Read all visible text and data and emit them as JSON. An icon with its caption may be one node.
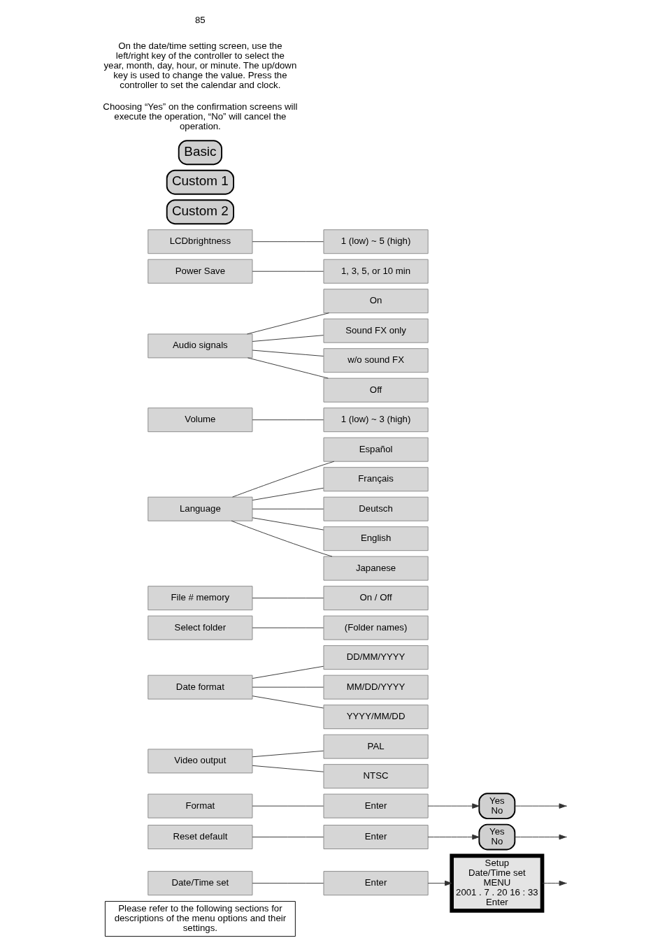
{
  "diagram": {
    "nodes": [
      {
        "text": [
          "Basic"
        ]
      },
      {
        "text": [
          "LCDbrightness"
        ]
      },
      {
        "text": [
          "Format"
        ]
      },
      {
        "text": [
          "Power Save"
        ]
      },
      {
        "text": [
          "Audio signals"
        ]
      },
      {
        "text": [
          "Volume"
        ]
      },
      {
        "text": [
          "Language"
        ]
      },
      {
        "text": [
          "Custom 1"
        ]
      },
      {
        "text": [
          "File # memory"
        ]
      },
      {
        "text": [
          "Select folder"
        ]
      },
      {
        "text": [
          "Custom 2"
        ]
      },
      {
        "text": [
          "Reset default"
        ]
      },
      {
        "text": [
          "Date/Time set"
        ]
      },
      {
        "text": [
          "Date format"
        ]
      },
      {
        "text": [
          "Video output"
        ]
      },
      {
        "text": [
          "1 (low) ~ 5 (high)"
        ]
      },
      {
        "text": [
          "Enter"
        ]
      },
      {
        "text": [
          "1, 3, 5, or 10 min"
        ]
      },
      {
        "text": [
          "Off"
        ]
      },
      {
        "text": [
          "w/o sound FX"
        ]
      },
      {
        "text": [
          "Sound FX only"
        ]
      },
      {
        "text": [
          "On"
        ]
      },
      {
        "text": [
          "1 (low) ~ 3 (high)"
        ]
      },
      {
        "text": [
          "Japanese"
        ]
      },
      {
        "text": [
          "English"
        ]
      },
      {
        "text": [
          "Deutsch"
        ]
      },
      {
        "text": [
          "Français"
        ]
      },
      {
        "text": [
          "Español"
        ]
      },
      {
        "text": [
          "On / Off"
        ]
      },
      {
        "text": [
          "(Folder names)"
        ]
      },
      {
        "text": [
          "Enter"
        ]
      },
      {
        "text": [
          "Enter"
        ]
      },
      {
        "text": [
          "YYYY/MM/DD"
        ]
      },
      {
        "text": [
          "MM/DD/YYYY"
        ]
      },
      {
        "text": [
          "DD/MM/YYYY"
        ]
      },
      {
        "text": [
          "NTSC"
        ]
      },
      {
        "text": [
          "PAL"
        ]
      },
      {
        "text": [
          "Yes",
          "No"
        ]
      },
      {
        "text": [
          "Yes",
          "No"
        ]
      },
      {
        "text": [
          "Setup",
          "Date/Time set",
          "MENU",
          "2001 . 7 . 20 16 : 33",
          "Enter"
        ]
      },
      {
        "text": [
          "Please refer to the following sections for descriptions of the menu options and their settings."
        ]
      }
    ],
    "edges": [
      {
        "from": 1,
        "to": 15,
        "arrow": "none"
      },
      {
        "from": 2,
        "to": 16,
        "arrow": "none"
      },
      {
        "from": 3,
        "to": 17,
        "arrow": "none"
      },
      {
        "from": 4,
        "to": 18,
        "arrow": "none"
      },
      {
        "from": 4,
        "to": 19,
        "arrow": "none"
      },
      {
        "from": 4,
        "to": 20,
        "arrow": "none"
      },
      {
        "from": 4,
        "to": 21,
        "arrow": "none"
      },
      {
        "from": 5,
        "to": 22,
        "arrow": "none"
      },
      {
        "from": 6,
        "to": 23,
        "arrow": "none"
      },
      {
        "from": 6,
        "to": 24,
        "arrow": "none"
      },
      {
        "from": 6,
        "to": 25,
        "arrow": "none"
      },
      {
        "from": 6,
        "to": 26,
        "arrow": "none"
      },
      {
        "from": 6,
        "to": 27,
        "arrow": "none"
      },
      {
        "from": 8,
        "to": 28,
        "arrow": "none"
      },
      {
        "from": 9,
        "to": 29,
        "arrow": "none"
      },
      {
        "from": 11,
        "to": 30,
        "arrow": "none"
      },
      {
        "from": 12,
        "to": 31,
        "arrow": "none"
      },
      {
        "from": 13,
        "to": 32,
        "arrow": "none"
      },
      {
        "from": 13,
        "to": 33,
        "arrow": "none"
      },
      {
        "from": 13,
        "to": 34,
        "arrow": "none"
      },
      {
        "from": 14,
        "to": 35,
        "arrow": "none"
      },
      {
        "from": 14,
        "to": 36,
        "arrow": "none"
      },
      {
        "from": 16,
        "to": 37,
        "arrow": "to"
      },
      {
        "from": 37,
        "to": null,
        "arrow": "to"
      },
      {
        "from": 30,
        "to": 38,
        "arrow": "to"
      },
      {
        "from": 38,
        "to": null,
        "arrow": "to"
      },
      {
        "from": 31,
        "to": 39,
        "arrow": "to"
      },
      {
        "from": 39,
        "to": null,
        "arrow": "to"
      }
    ],
    "labels": [
      "Choosing “Yes” on the confirmation screens will execute the operation, “No” will cancel the operation.",
      "On the date/time setting screen, use the left/right key of the controller to select the year, month, day, hour, or minute. The up/down key is used to change the value. Press the controller to set the calendar and clock.",
      "85"
    ]
  }
}
